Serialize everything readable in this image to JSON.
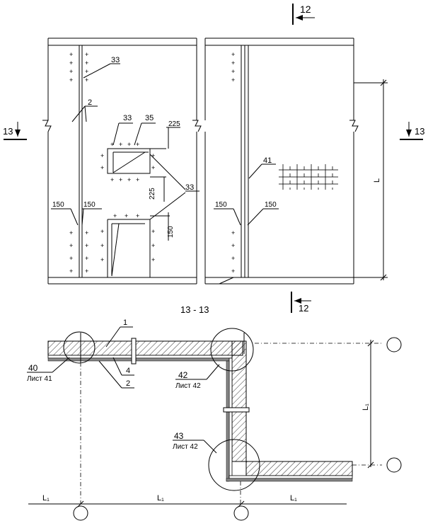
{
  "section_top_label": "12",
  "section_bottom_label": "12",
  "section_left_label": "13",
  "section_right_label": "13",
  "section_title": "13 - 13",
  "callouts": {
    "p2": "2",
    "p33a": "33",
    "p33b": "33",
    "p35": "35",
    "p33c": "33",
    "p41": "41",
    "p1": "1",
    "p4": "4",
    "p2b": "2"
  },
  "dims": {
    "d225a": "225",
    "d225b": "225",
    "d150a": "150",
    "d150b": "150",
    "d150c": "150",
    "d150d": "150",
    "d150e": "150",
    "L": "L",
    "L1_side": "L₁",
    "L1_a": "L₁",
    "L1_b": "L₁",
    "L1_c": "L₁"
  },
  "nodes": {
    "n40": "40",
    "n40_sheet": "Лист 41",
    "n42": "42",
    "n42_sheet": "Лист 42",
    "n43": "43",
    "n43_sheet": "Лист 42"
  }
}
